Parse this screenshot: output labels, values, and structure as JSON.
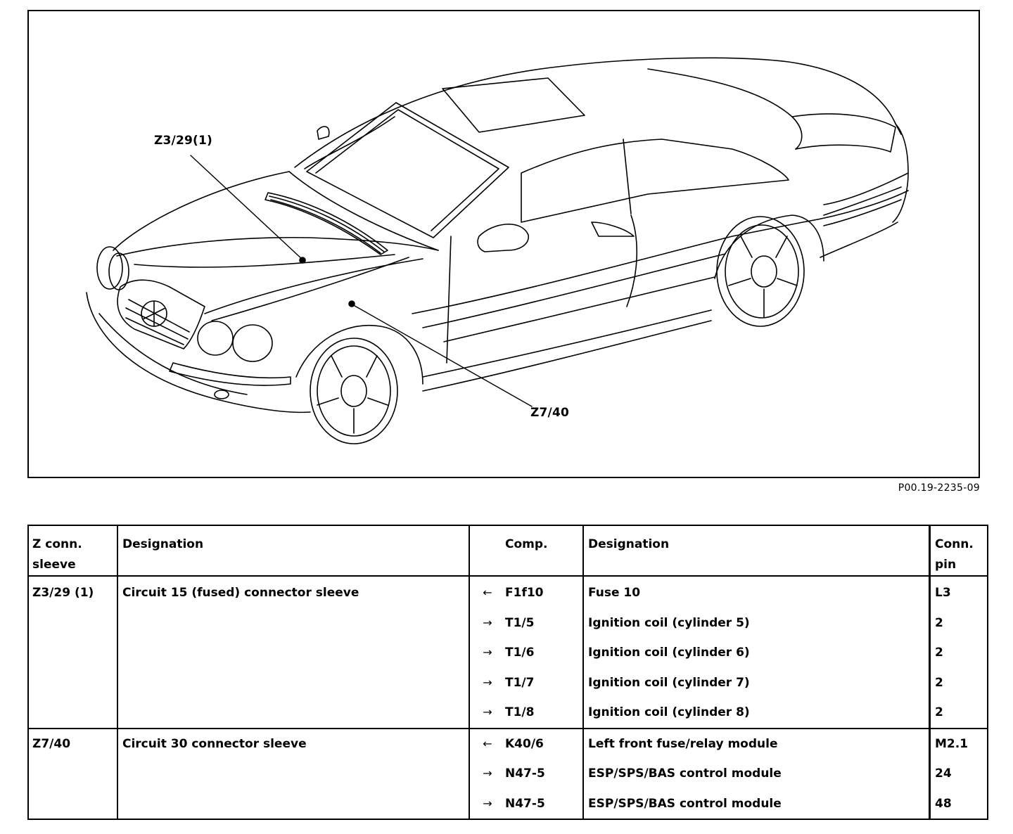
{
  "figure": {
    "callouts": {
      "z3_29": "Z3/29(1)",
      "z7_40": "Z7/40"
    },
    "reference": "P00.19-2235-09"
  },
  "table": {
    "headers": {
      "z_conn": "Z conn.",
      "z_conn_2": "sleeve",
      "designation": "Designation",
      "comp": "Comp.",
      "designation2": "Designation",
      "conn_pin": "Conn.",
      "conn_pin_2": "pin"
    },
    "rows": [
      {
        "z": "Z3/29 (1)",
        "designation": "Circuit 15 (fused) connector sleeve",
        "arrow": "←",
        "comp": "F1f10",
        "comp_designation": "Fuse 10",
        "pin": "L3"
      },
      {
        "z": "",
        "designation": "",
        "arrow": "→",
        "comp": "T1/5",
        "comp_designation": "Ignition coil (cylinder 5)",
        "pin": "2"
      },
      {
        "z": "",
        "designation": "",
        "arrow": "→",
        "comp": "T1/6",
        "comp_designation": "Ignition coil (cylinder 6)",
        "pin": "2"
      },
      {
        "z": "",
        "designation": "",
        "arrow": "→",
        "comp": "T1/7",
        "comp_designation": "Ignition coil (cylinder 7)",
        "pin": "2"
      },
      {
        "z": "",
        "designation": "",
        "arrow": "→",
        "comp": "T1/8",
        "comp_designation": "Ignition coil (cylinder 8)",
        "pin": "2"
      },
      {
        "z": "Z7/40",
        "designation": "Circuit 30 connector sleeve",
        "arrow": "←",
        "comp": "K40/6",
        "comp_designation": "Left front fuse/relay module",
        "pin": "M2.1"
      },
      {
        "z": "",
        "designation": "",
        "arrow": "→",
        "comp": "N47-5",
        "comp_designation": "ESP/SPS/BAS control module",
        "pin": "24"
      },
      {
        "z": "",
        "designation": "",
        "arrow": "→",
        "comp": "N47-5",
        "comp_designation": "ESP/SPS/BAS control module",
        "pin": "48"
      }
    ]
  }
}
